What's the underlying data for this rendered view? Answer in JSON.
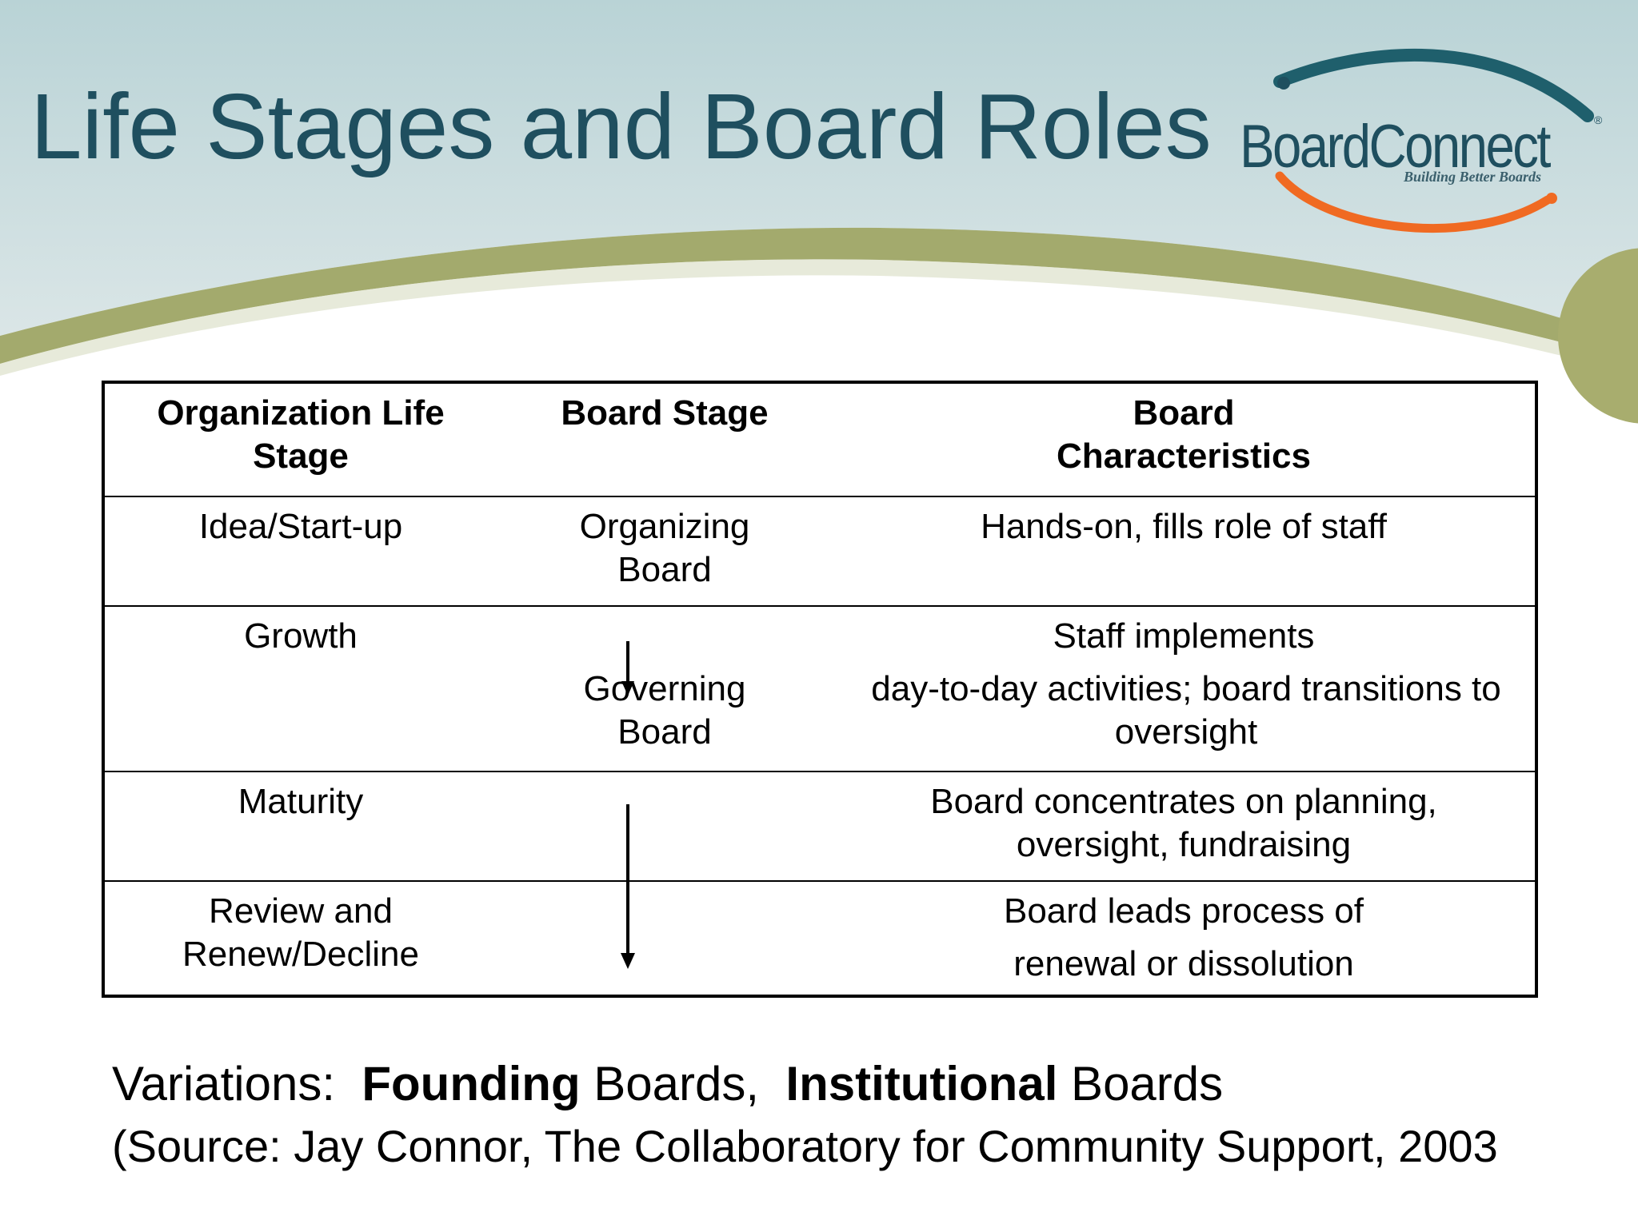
{
  "slide": {
    "title": "Life Stages and Board Roles",
    "colors": {
      "title": "#1f4f5f",
      "band_top": "#b9d3d6",
      "band_bottom": "#d9e4e6",
      "curve_olive": "#a3aa6d",
      "logo_orange": "#f06a22"
    }
  },
  "logo": {
    "name": "BoardConnect",
    "registered": "®",
    "tagline": "Building Better Boards"
  },
  "table": {
    "headers": [
      "Organization Life Stage",
      "Board Stage",
      "Board Characteristics"
    ],
    "rows": [
      {
        "life_stage": "Idea/Start-up",
        "board_stage": "Organizing Board",
        "characteristics": "Hands-on, fills role of staff"
      },
      {
        "life_stage": "Growth",
        "board_stage": "Governing Board",
        "characteristics_line1": "Staff implements",
        "characteristics_line2": "day-to-day activities; board transitions to oversight"
      },
      {
        "life_stage": "Maturity",
        "board_stage": "",
        "characteristics": "Board concentrates on planning, oversight, fundraising"
      },
      {
        "life_stage": "Review and Renew/Decline",
        "board_stage": "",
        "characteristics_line1": "Board leads process of",
        "characteristics_line2": "renewal or dissolution"
      }
    ]
  },
  "footer": {
    "variations_prefix": "Variations:  ",
    "variation1_bold": "Founding",
    "variation1_rest": " Boards,  ",
    "variation2_bold": "Institutional",
    "variation2_rest": " Boards",
    "source": "(Source: Jay Connor, The Collaboratory for Community Support, 2003"
  }
}
